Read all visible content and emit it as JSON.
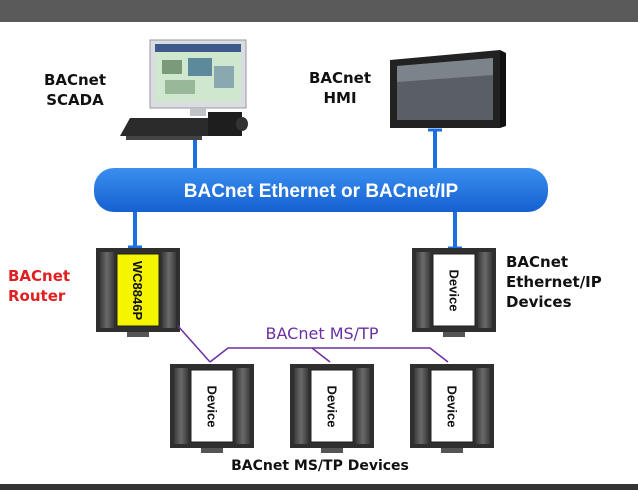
{
  "bus": {
    "label": "BACnet Ethernet or BACnet/IP"
  },
  "nodes": {
    "scada": {
      "line1": "BACnet",
      "line2": "SCADA"
    },
    "hmi": {
      "line1": "BACnet",
      "line2": "HMI"
    },
    "router": {
      "line1": "BACnet",
      "line2": "Router",
      "device_text": "WC8846P"
    },
    "ip_devices": {
      "line1": "BACnet",
      "line2": "Ethernet/IP",
      "line3": "Devices",
      "device_text": "Device"
    }
  },
  "mstp": {
    "network_label": "BACnet MS/TP",
    "devices_label": "BACnet MS/TP Devices",
    "devices": [
      {
        "label": "Device"
      },
      {
        "label": "Device"
      },
      {
        "label": "Device"
      }
    ]
  },
  "colors": {
    "bus": "#1b6fe0",
    "router_label": "#e02020",
    "router_face": "#f5f500",
    "mstp_line": "#6b2fa0"
  }
}
